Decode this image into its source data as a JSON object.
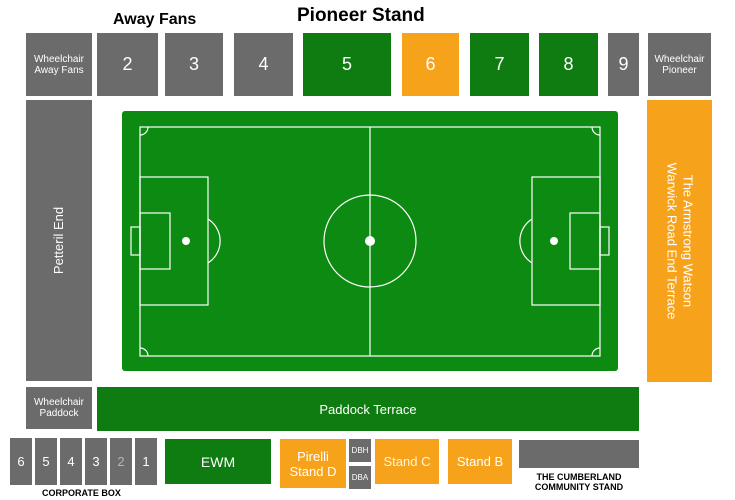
{
  "titles": {
    "away": "Away Fans",
    "pioneer": "Pioneer Stand"
  },
  "top_row": {
    "wheelchair_away": [
      "Wheelchair",
      "Away Fans"
    ],
    "blocks": [
      "2",
      "3",
      "4",
      "5",
      "6",
      "7",
      "8",
      "9"
    ],
    "wheelchair_pioneer": [
      "Wheelchair",
      "Pioneer"
    ]
  },
  "sides": {
    "left": "Petteril End",
    "right": [
      "The Armstrong Watson",
      "Warwick Road End Terrace"
    ]
  },
  "paddock": {
    "wheelchair": [
      "Wheelchair",
      "Paddock"
    ],
    "terrace": "Paddock Terrace"
  },
  "bottom": {
    "corporate_boxes": [
      "6",
      "5",
      "4",
      "3",
      "2",
      "1"
    ],
    "corporate_label": "CORPORATE BOX",
    "ewm": "EWM",
    "pirelli": [
      "Pirelli",
      "Stand D"
    ],
    "dbh": "DBH",
    "dba": "DBA",
    "stand_c": "Stand C",
    "stand_b": "Stand B",
    "cumberland": [
      "THE CUMBERLAND",
      "COMMUNITY STAND"
    ]
  },
  "colors": {
    "grey": "#6b6b6b",
    "green": "#0f7c11",
    "orange": "#f7a21b",
    "pitch": "#0c8a12"
  }
}
